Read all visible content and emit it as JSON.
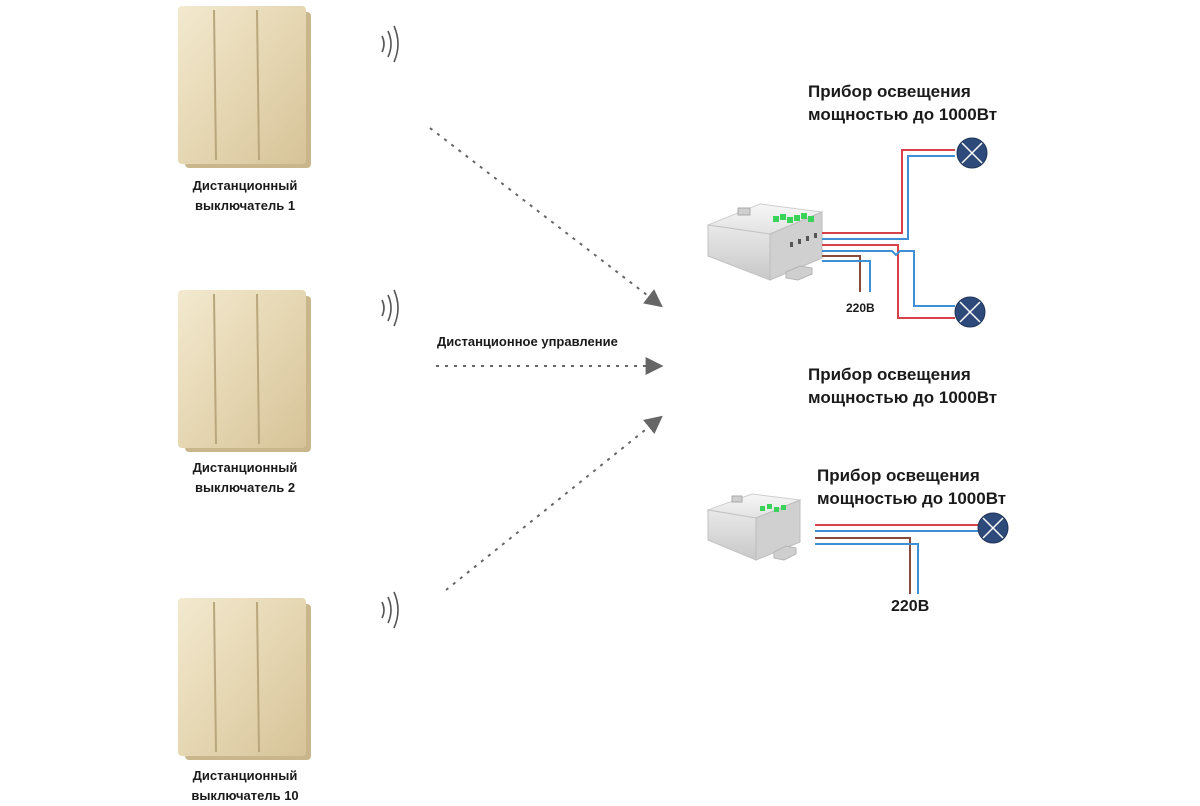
{
  "switches": [
    {
      "line1": "Дистанционный",
      "line2": "выключатель 1"
    },
    {
      "line1": "Дистанционный",
      "line2": "выключатель 2"
    },
    {
      "line1": "Дистанционный",
      "line2": "выключатель 10"
    }
  ],
  "remote_control_label": "Дистанционное управление",
  "lamp_labels": [
    {
      "line1": "Прибор освещения",
      "line2": "мощностью до 1000Вт"
    },
    {
      "line1": "Прибор освещения",
      "line2": "мощностью до 1000Вт"
    },
    {
      "line1": "Прибор освещения",
      "line2": "мощностью до 1000Вт"
    }
  ],
  "voltage_labels": [
    "220В",
    "220В"
  ],
  "colors": {
    "switch_plate": "#e9dcbc",
    "switch_shadow": "#c9b68c",
    "wire_red": "#d8424a",
    "wire_blue": "#3f8fd6",
    "wire_brown": "#8a4a3a",
    "lamp_fill": "#2d4a7a",
    "led_green": "#39d35a",
    "arrow_gray": "#666666"
  },
  "icons": [
    "wireless-signal-icon",
    "lamp-icon",
    "relay-module-icon",
    "arrow-icon"
  ]
}
